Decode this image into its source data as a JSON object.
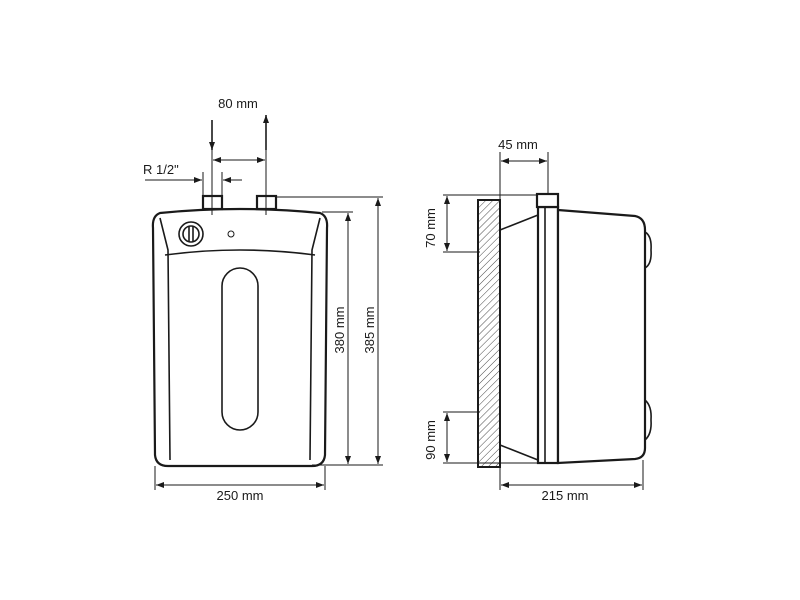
{
  "diagram": {
    "front_view": {
      "pipe_spacing": "80 mm",
      "pipe_thread": "R 1/2\"",
      "body_height": "380 mm",
      "total_height": "385 mm",
      "width": "250 mm"
    },
    "side_view": {
      "pipe_offset": "45 mm",
      "top_bracket": "70 mm",
      "bottom_bracket": "90 mm",
      "depth": "215 mm"
    },
    "colors": {
      "line": "#1a1a1a",
      "background": "#ffffff"
    }
  }
}
